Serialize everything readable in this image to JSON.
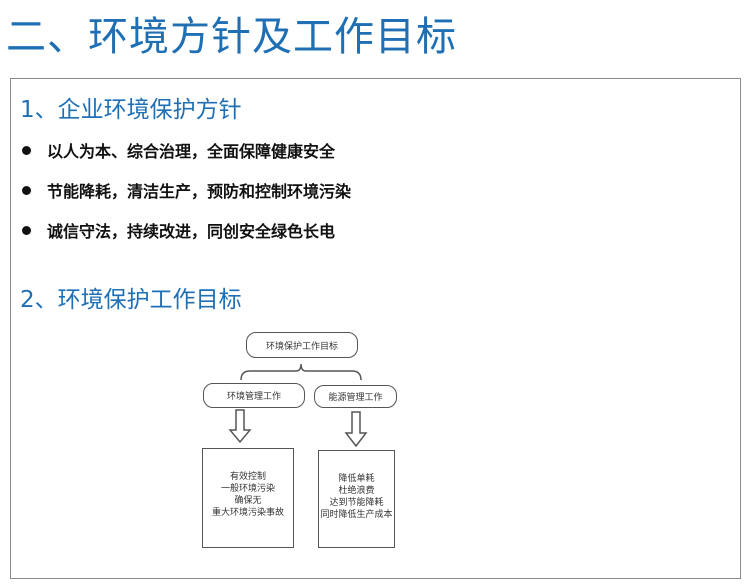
{
  "title": "二、环境方针及工作目标",
  "section1": {
    "heading": "1、企业环境保护方针",
    "bullets": [
      "以人为本、综合治理，全面保障健康安全",
      "节能降耗，清洁生产，预防和控制环境污染",
      "诚信守法，持续改进，同创安全绿色长电"
    ]
  },
  "section2": {
    "heading": "2、环境保护工作目标"
  },
  "diagram": {
    "root": "环境保护工作目标",
    "left": {
      "label": "环境管理工作",
      "lines": [
        "有效控制",
        "一般环境污染",
        "确保无",
        "重大环境污染事故"
      ]
    },
    "right": {
      "label": "能源管理工作",
      "lines": [
        "降低单耗",
        "杜绝浪费",
        "达到节能降耗",
        "同时降低生产成本"
      ]
    }
  }
}
